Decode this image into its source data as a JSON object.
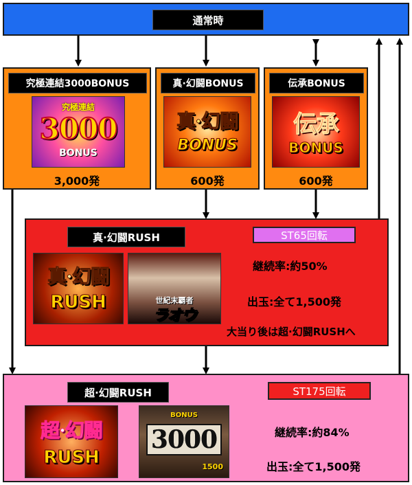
{
  "normal": {
    "label": "通常時",
    "color": "#1e6cf0"
  },
  "bonus": [
    {
      "label": "究極連結3000BONUS",
      "payout": "3,000発",
      "image_text": "3000",
      "image_sub": "BONUS",
      "image_top": "究極連結"
    },
    {
      "label": "真·幻闘BONUS",
      "payout": "600発",
      "image_text": "真·幻闘",
      "image_sub": "BONUS"
    },
    {
      "label": "伝承BONUS",
      "payout": "600発",
      "image_text": "伝承",
      "image_sub": "BONUS"
    }
  ],
  "rush1": {
    "label": "真·幻闘RUSH",
    "st": "ST65回転",
    "continuation": "継続率:約50%",
    "payout": "出玉:全て1,500発",
    "note": "大当り後は超·幻闘RUSHへ",
    "image_text": "真·幻闘",
    "image_sub": "RUSH",
    "image2_top": "世紀末覇者",
    "image2_text": "ラオウ"
  },
  "rush2": {
    "label": "超·幻闘RUSH",
    "st": "ST175回転",
    "continuation": "継続率:約84%",
    "payout": "出玉:全て1,500発",
    "image_text": "超·幻闘",
    "image_sub": "RUSH",
    "image2_text": "3000",
    "image2_badge": "BONUS",
    "image2_small": "1500"
  },
  "colors": {
    "orange": "#ff8a10",
    "red": "#ee2020",
    "pink": "#ff8fc8",
    "st_purple": "#e070f0",
    "st_red": "#f02020"
  }
}
